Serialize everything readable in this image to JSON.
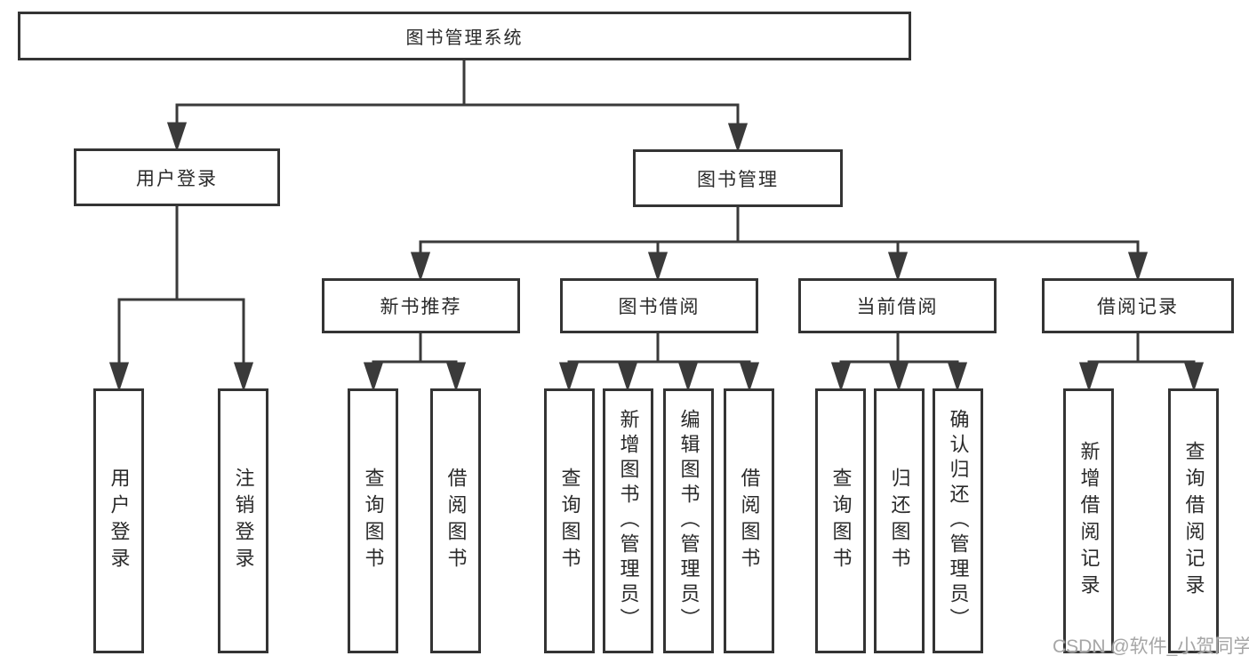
{
  "diagram": {
    "title": "图书管理系统",
    "level2": [
      {
        "label": "用户登录"
      },
      {
        "label": "图书管理"
      }
    ],
    "level3": [
      {
        "label": "新书推荐"
      },
      {
        "label": "图书借阅"
      },
      {
        "label": "当前借阅"
      },
      {
        "label": "借阅记录"
      }
    ],
    "leaves": [
      {
        "label": "用户登录"
      },
      {
        "label": "注销登录"
      },
      {
        "label": "查询图书"
      },
      {
        "label": "借阅图书"
      },
      {
        "label": "查询图书"
      },
      {
        "label": "新增图书（管理员）"
      },
      {
        "label": "编辑图书（管理员）"
      },
      {
        "label": "借阅图书"
      },
      {
        "label": "查询图书"
      },
      {
        "label": "归还图书"
      },
      {
        "label": "确认归还（管理员）"
      },
      {
        "label": "新增借阅记录"
      },
      {
        "label": "查询借阅记录"
      }
    ]
  },
  "watermark": "CSDN @软件_小贺同学",
  "colors": {
    "line": "#3a3a3a",
    "border": "#343434",
    "text": "#2a2a2a",
    "watermark_text": "#a6a6a6",
    "background": "#ffffff"
  }
}
